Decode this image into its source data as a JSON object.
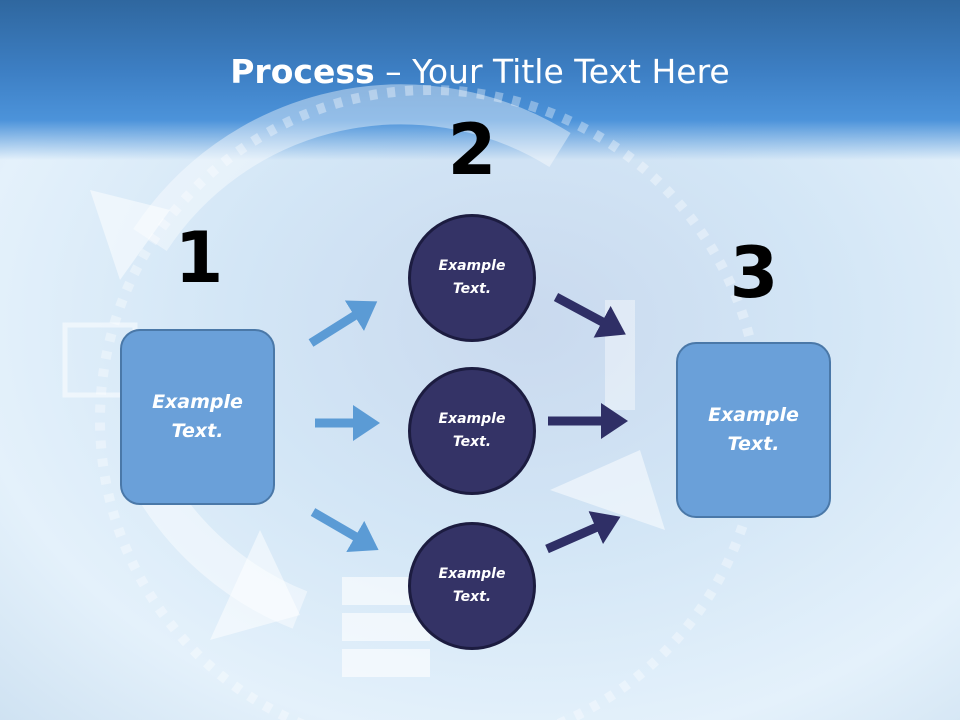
{
  "title": {
    "bold": "Process",
    "rest": " – Your Title Text Here"
  },
  "steps": [
    {
      "number": "1",
      "text_line1": "Example",
      "text_line2": "Text."
    },
    {
      "number": "2"
    },
    {
      "number": "3",
      "text_line1": "Example",
      "text_line2": "Text."
    }
  ],
  "circles": [
    {
      "line1": "Example",
      "line2": "Text."
    },
    {
      "line1": "Example",
      "line2": "Text."
    },
    {
      "line1": "Example",
      "line2": "Text."
    }
  ],
  "colors": {
    "light_arrow": "#5b9bd5",
    "dark_arrow": "#2f2f66",
    "box": "#6aa0d9",
    "circle": "#343366"
  }
}
